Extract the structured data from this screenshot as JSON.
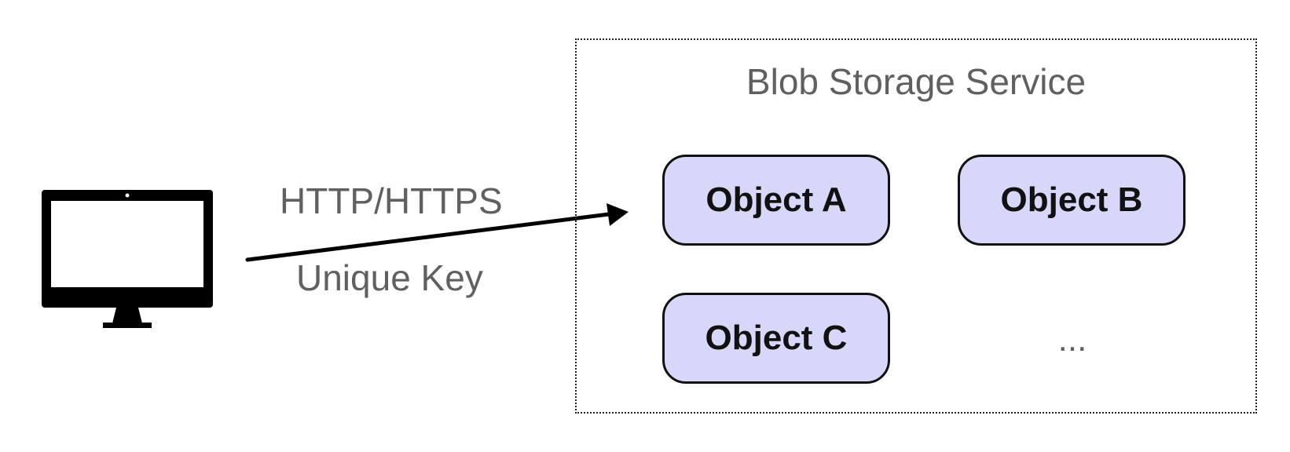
{
  "service": {
    "title": "Blob Storage Service"
  },
  "connection": {
    "protocol_label": "HTTP/HTTPS",
    "key_label": "Unique Key"
  },
  "objects": [
    {
      "label": "Object A"
    },
    {
      "label": "Object B"
    },
    {
      "label": "Object C"
    }
  ],
  "more_indicator": "...",
  "colors": {
    "object_fill": "#d6d7f9",
    "object_border": "#111111",
    "label_text": "#606060",
    "arrow": "#000000"
  },
  "icons": {
    "client": "desktop-monitor-icon"
  }
}
